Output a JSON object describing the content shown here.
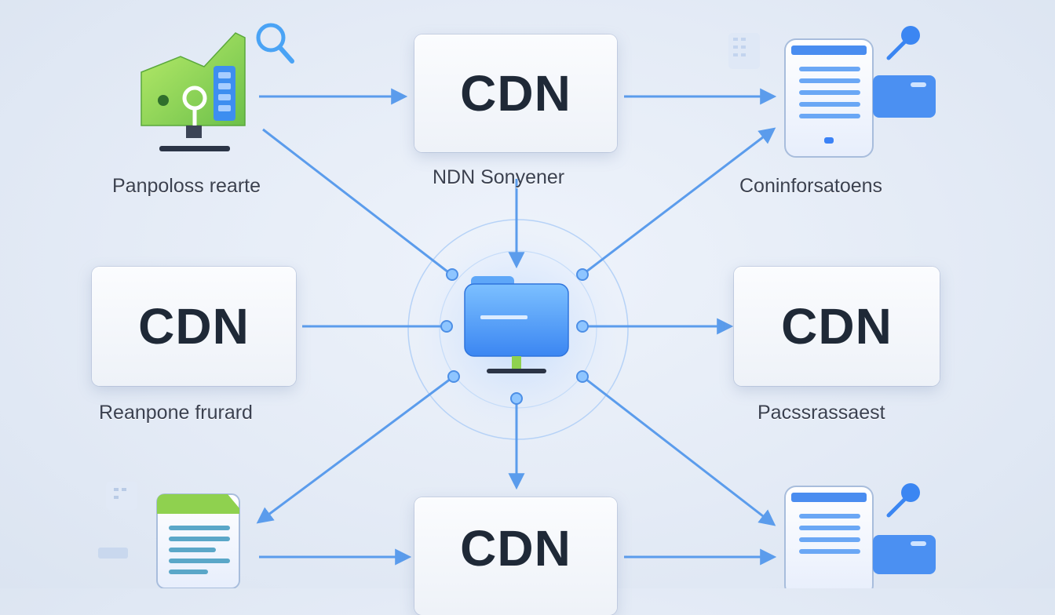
{
  "nodes": {
    "cdn_top": "CDN",
    "cdn_left": "CDN",
    "cdn_right": "CDN",
    "cdn_bottom": "CDN"
  },
  "labels": {
    "top_left": "Panpoloss rearte",
    "top_center": "NDN Sonyener",
    "top_right": "Coninforsatoens",
    "mid_left": "Reanpone frurard",
    "mid_right": "Pacssrassaest"
  },
  "colors": {
    "arrow": "#5b9cec",
    "accent_blue": "#3b82f6",
    "accent_green": "#8fd14f",
    "card_text": "#1f2937"
  },
  "icons": [
    "analytics-monitor-icon",
    "magnifier-icon",
    "document-icon",
    "mobile-document-icon",
    "pin-icon",
    "server-hub-icon"
  ]
}
